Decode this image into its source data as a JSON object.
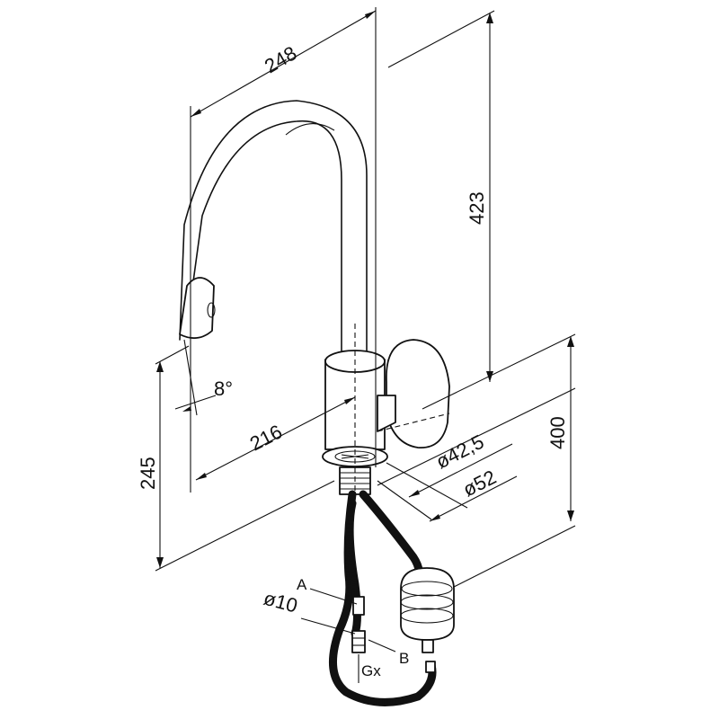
{
  "drawing": {
    "dimensions": {
      "spout_reach": "248",
      "total_height": "423",
      "body_height": "400",
      "spout_height": "245",
      "outlet_reach": "216",
      "angle": "8°",
      "hole_diameter": "ø42,5",
      "base_diameter": "ø52",
      "hose_diameter": "ø10"
    },
    "labels": {
      "connector_a": "A",
      "connector_b": "B",
      "thread": "Gx"
    }
  }
}
